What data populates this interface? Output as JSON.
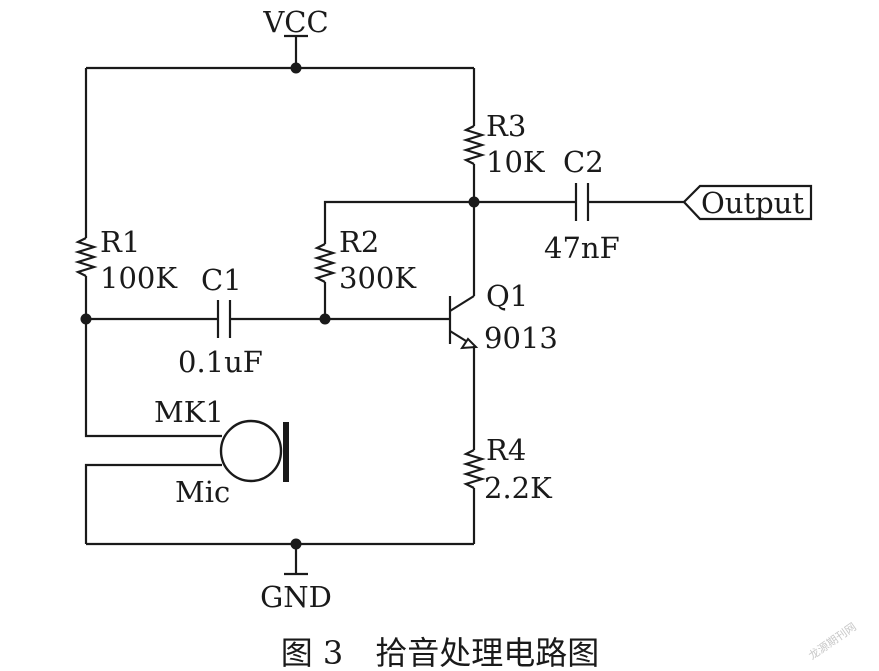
{
  "supply": {
    "vcc": "VCC",
    "gnd": "GND"
  },
  "components": {
    "r1": {
      "ref": "R1",
      "value": "100K"
    },
    "r2": {
      "ref": "R2",
      "value": "300K"
    },
    "r3": {
      "ref": "R3",
      "value": "10K"
    },
    "r4": {
      "ref": "R4",
      "value": "2.2K"
    },
    "c1": {
      "ref": "C1",
      "value": "0.1uF"
    },
    "c2": {
      "ref": "C2",
      "value": "47nF"
    },
    "q1": {
      "ref": "Q1",
      "value": "9013"
    },
    "mk1": {
      "ref": "MK1",
      "value": "Mic"
    }
  },
  "output": {
    "label": "Output"
  },
  "caption": "图 3　拾音处理电路图",
  "watermark": "龙源期刊网"
}
